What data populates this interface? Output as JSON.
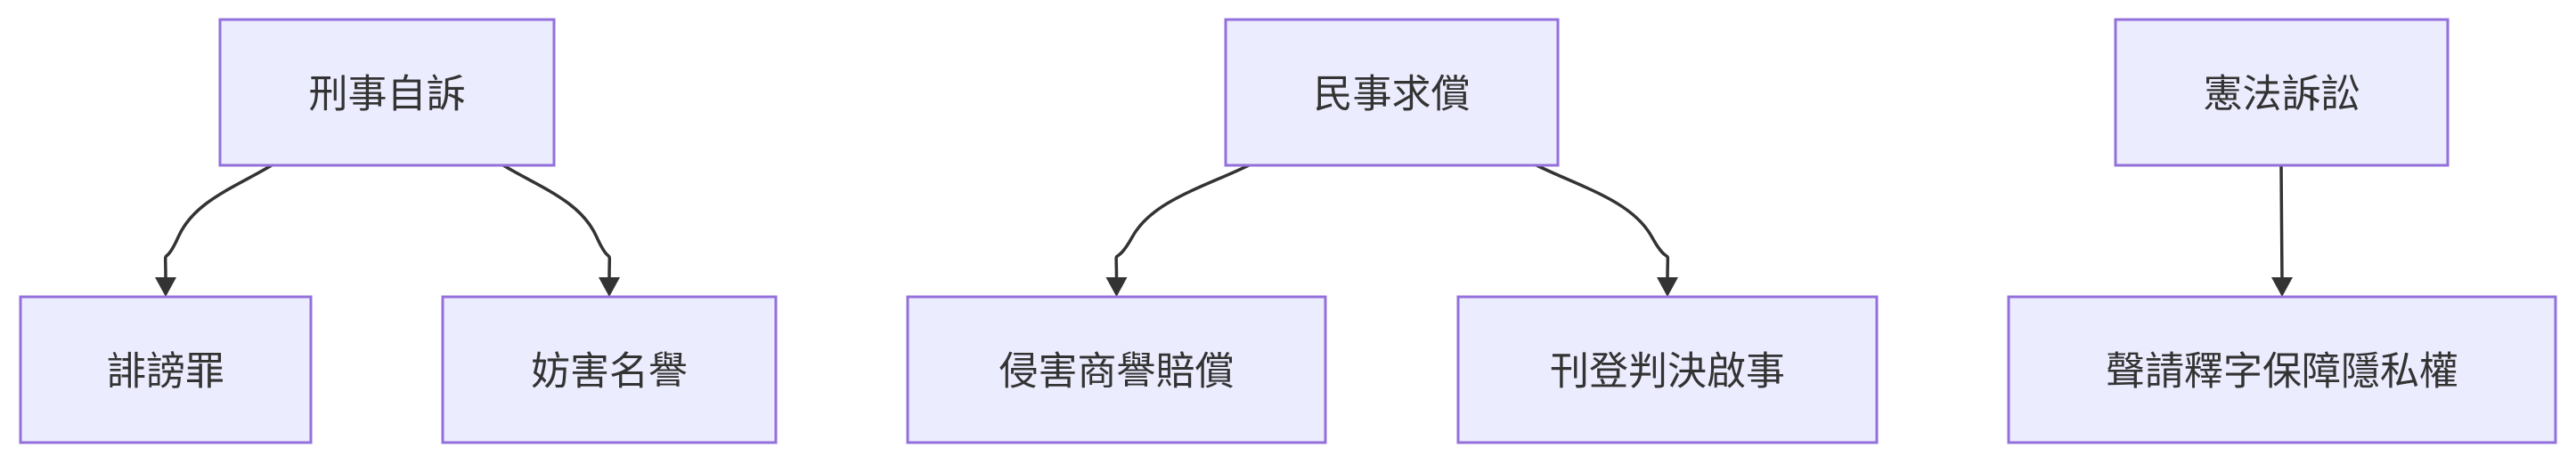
{
  "diagram": {
    "type": "flowchart",
    "direction": "top-down",
    "colors": {
      "node_fill": "#ECECFF",
      "node_border": "#9370DB",
      "text": "#333333",
      "edge": "#333333"
    },
    "groups": [
      {
        "root": {
          "id": "A",
          "label": "刑事自訴"
        },
        "children": [
          {
            "id": "A1",
            "label": "誹謗罪"
          },
          {
            "id": "A2",
            "label": "妨害名譽"
          }
        ]
      },
      {
        "root": {
          "id": "B",
          "label": "民事求償"
        },
        "children": [
          {
            "id": "B1",
            "label": "侵害商譽賠償"
          },
          {
            "id": "B2",
            "label": "刊登判決啟事"
          }
        ]
      },
      {
        "root": {
          "id": "C",
          "label": "憲法訴訟"
        },
        "children": [
          {
            "id": "C1",
            "label": "聲請釋字保障隱私權"
          }
        ]
      }
    ],
    "edges": [
      {
        "from": "A",
        "to": "A1"
      },
      {
        "from": "A",
        "to": "A2"
      },
      {
        "from": "B",
        "to": "B1"
      },
      {
        "from": "B",
        "to": "B2"
      },
      {
        "from": "C",
        "to": "C1"
      }
    ]
  }
}
